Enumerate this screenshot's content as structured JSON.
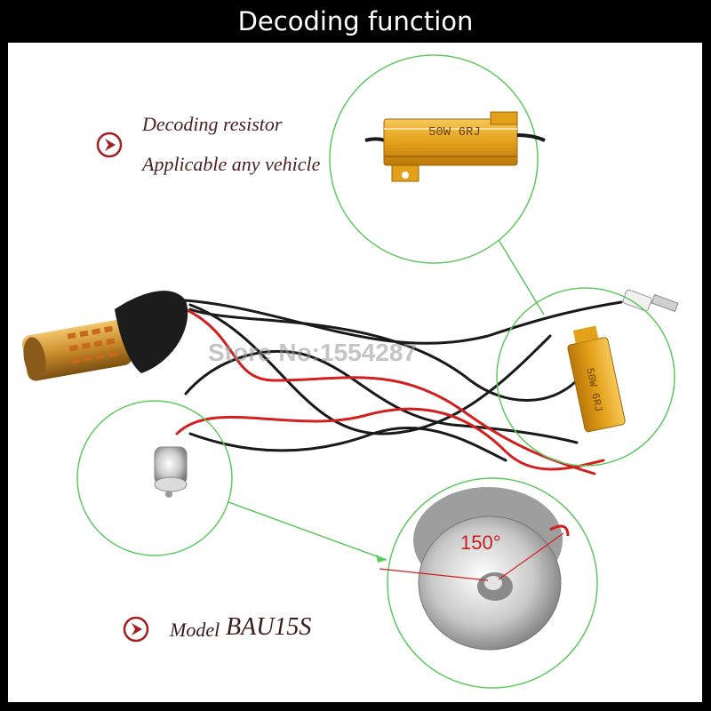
{
  "header": {
    "title": "Decoding function"
  },
  "captions": {
    "decoding_resistor": "Decoding resistor",
    "applicable": "Applicable any vehicle",
    "model_label": "Model",
    "model_value": "BAU15S"
  },
  "watermark": "Store No:1554287",
  "resistor_marking": "50W 6RJ",
  "angle_label": "150°",
  "colors": {
    "caption_red": "#a32020",
    "circle_green": "#5ec95e",
    "resistor_gold": "#e3a019",
    "wire_red": "#d22020",
    "wire_black": "#1a1a1a"
  }
}
